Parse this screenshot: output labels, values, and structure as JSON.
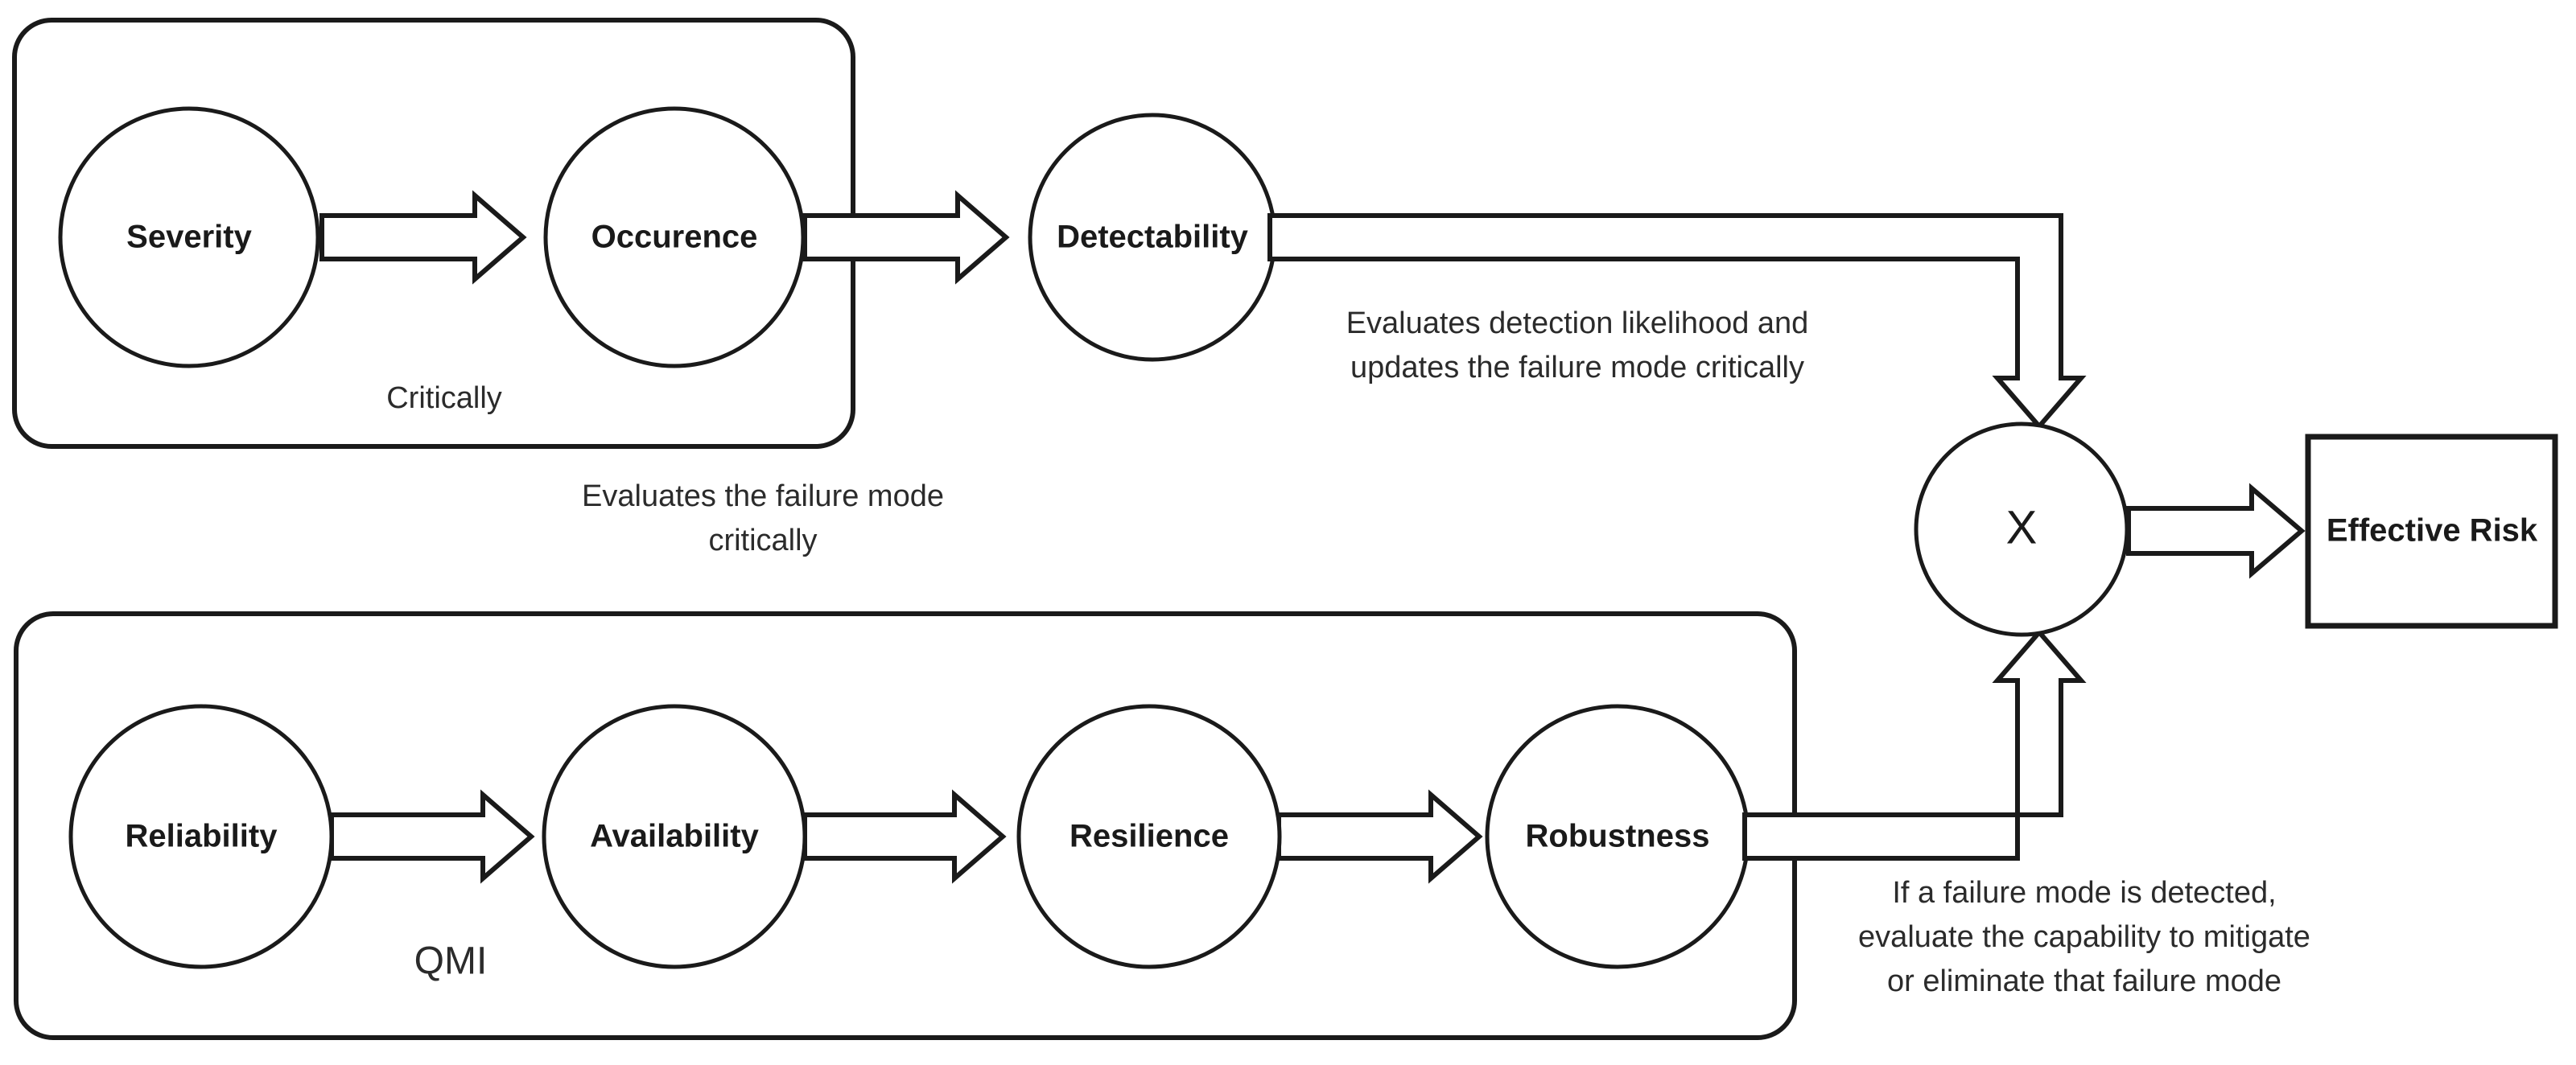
{
  "diagram": {
    "title": "Effective Risk evaluation flow",
    "type": "flow-diagram",
    "stroke_color": "#1a1a1a",
    "text_color": "#2b2b2b",
    "background_color": "#ffffff"
  },
  "groups": [
    {
      "id": "criticality-group",
      "label": "Critically",
      "nodes": [
        "Severity",
        "Occurence"
      ]
    },
    {
      "id": "qmi-group",
      "label": "QMI",
      "nodes": [
        "Reliability",
        "Availability",
        "Resilience",
        "Robustness"
      ]
    }
  ],
  "nodes": {
    "severity": "Severity",
    "occurence": "Occurence",
    "detectability": "Detectability",
    "reliability": "Reliability",
    "availability": "Availability",
    "resilience": "Resilience",
    "robustness": "Robustness",
    "operator": "X",
    "effective_risk": "Effective Risk"
  },
  "captions": {
    "criticality_flow_line1": "Evaluates the failure mode",
    "criticality_flow_line2": "critically",
    "detectability_line1": "Evaluates detection likelihood and",
    "detectability_line2": "updates the failure mode critically",
    "qmi_line1": "If a failure mode is detected,",
    "qmi_line2": "evaluate the capability to mitigate",
    "qmi_line3": "or eliminate that failure mode"
  }
}
